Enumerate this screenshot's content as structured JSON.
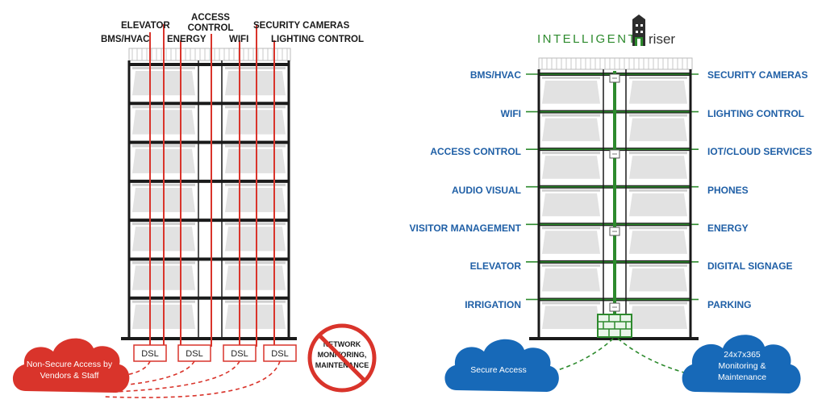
{
  "left": {
    "top_labels": [
      {
        "id": "elevator",
        "text": "ELEVATOR"
      },
      {
        "id": "access-control",
        "lines": [
          "ACCESS",
          "CONTROL"
        ]
      },
      {
        "id": "security-cameras",
        "text": "SECURITY CAMERAS"
      },
      {
        "id": "bms-hvac",
        "text": "BMS/HVAC"
      },
      {
        "id": "energy",
        "text": "ENERGY"
      },
      {
        "id": "wifi",
        "text": "WIFI"
      },
      {
        "id": "lighting-control",
        "text": "LIGHTING CONTROL"
      }
    ],
    "dsl_boxes": [
      "DSL",
      "DSL",
      "DSL",
      "DSL"
    ],
    "cloud_lines": [
      "Non-Secure Access by",
      "Vendors & Staff"
    ],
    "prohibited_lines": [
      "NETWORK",
      "MONITORING,",
      "MAINTENANCE"
    ],
    "floors": 7
  },
  "right": {
    "brand": {
      "word1": "INTELLIGENT",
      "word2": "riser"
    },
    "left_labels": [
      "BMS/HVAC",
      "WIFI",
      "ACCESS CONTROL",
      "AUDIO VISUAL",
      "VISITOR MANAGEMENT",
      "ELEVATOR",
      "IRRIGATION"
    ],
    "right_labels": [
      "SECURITY CAMERAS",
      "LIGHTING CONTROL",
      "IOT/CLOUD SERVICES",
      "PHONES",
      "ENERGY",
      "DIGITAL SIGNAGE",
      "PARKING"
    ],
    "cloud_left": [
      "Secure Access"
    ],
    "cloud_right": [
      "24x7x365",
      "Monitoring &",
      "Maintenance"
    ]
  },
  "colors": {
    "red": "#d9342b",
    "green": "#2d8a2d",
    "blue": "#1f5fa6",
    "cloud_blue": "#1769b8",
    "dark": "#1a1a1a",
    "floor_gray": "#e2e2e2"
  }
}
